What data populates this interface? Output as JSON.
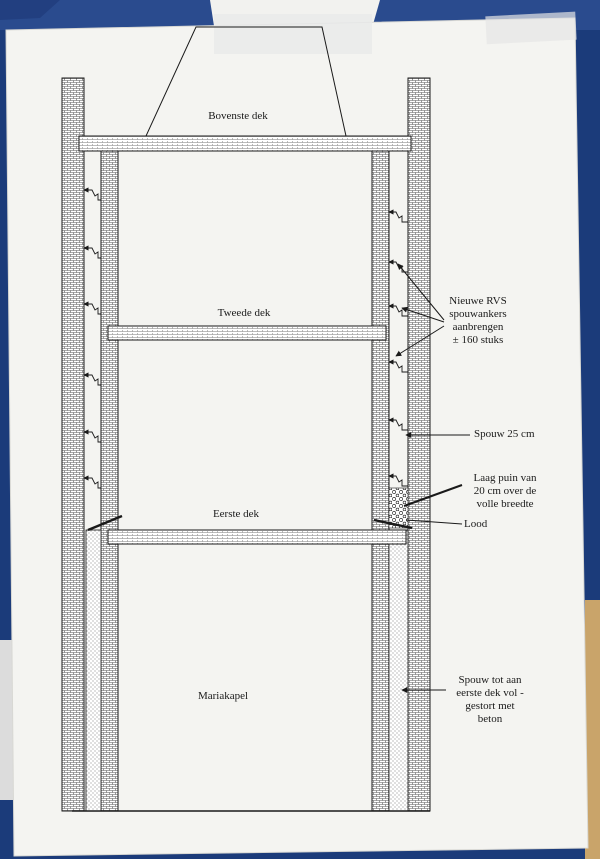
{
  "labels": {
    "bovenste_dek": "Bovenste dek",
    "tweede_dek": "Tweede dek",
    "eerste_dek": "Eerste dek",
    "mariakapel": "Mariakapel",
    "spouwankers": [
      "Nieuwe RVS",
      "spouwankers",
      "aanbrengen",
      "± 160 stuks"
    ],
    "spouw": "Spouw 25 cm",
    "puin": [
      "Laag puin van",
      "20 cm over de",
      "volle breedte"
    ],
    "lood": "Lood",
    "beton": [
      "Spouw tot aan",
      "eerste dek vol -",
      "gestort met",
      "beton"
    ]
  },
  "colors": {
    "background": "#1b3b7a",
    "paper": "#f4f4f1",
    "ink": "#1a1a1a"
  }
}
